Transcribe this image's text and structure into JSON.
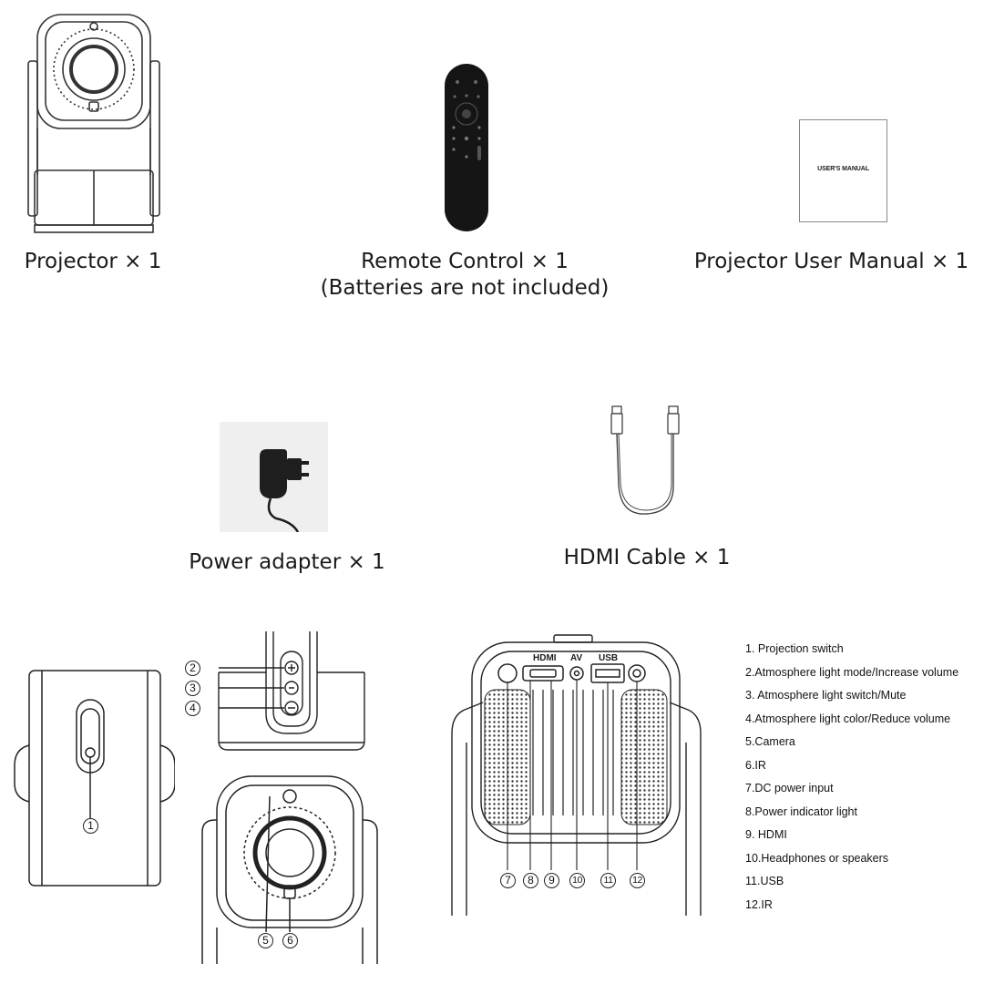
{
  "contents": {
    "projector": "Projector × 1",
    "remote": "Remote Control × 1",
    "remote_note": "(Batteries are not included)",
    "manual": "Projector User Manual × 1",
    "manual_cover": "USER'S MANUAL",
    "adapter": "Power adapter × 1",
    "hdmi": "HDMI Cable × 1"
  },
  "ports": {
    "hdmi": "HDMI",
    "av": "AV",
    "usb": "USB"
  },
  "callouts": [
    "1",
    "2",
    "3",
    "4",
    "5",
    "6",
    "7",
    "8",
    "9",
    "10",
    "11",
    "12"
  ],
  "legend": [
    "1. Projection switch",
    "2.Atmosphere light mode/Increase volume",
    "3. Atmosphere light switch/Mute",
    "4.Atmosphere light color/Reduce volume",
    "5.Camera",
    "6.IR",
    "7.DC power input",
    "8.Power indicator light",
    "9. HDMI",
    "10.Headphones or speakers",
    "11.USB",
    "12.IR"
  ]
}
